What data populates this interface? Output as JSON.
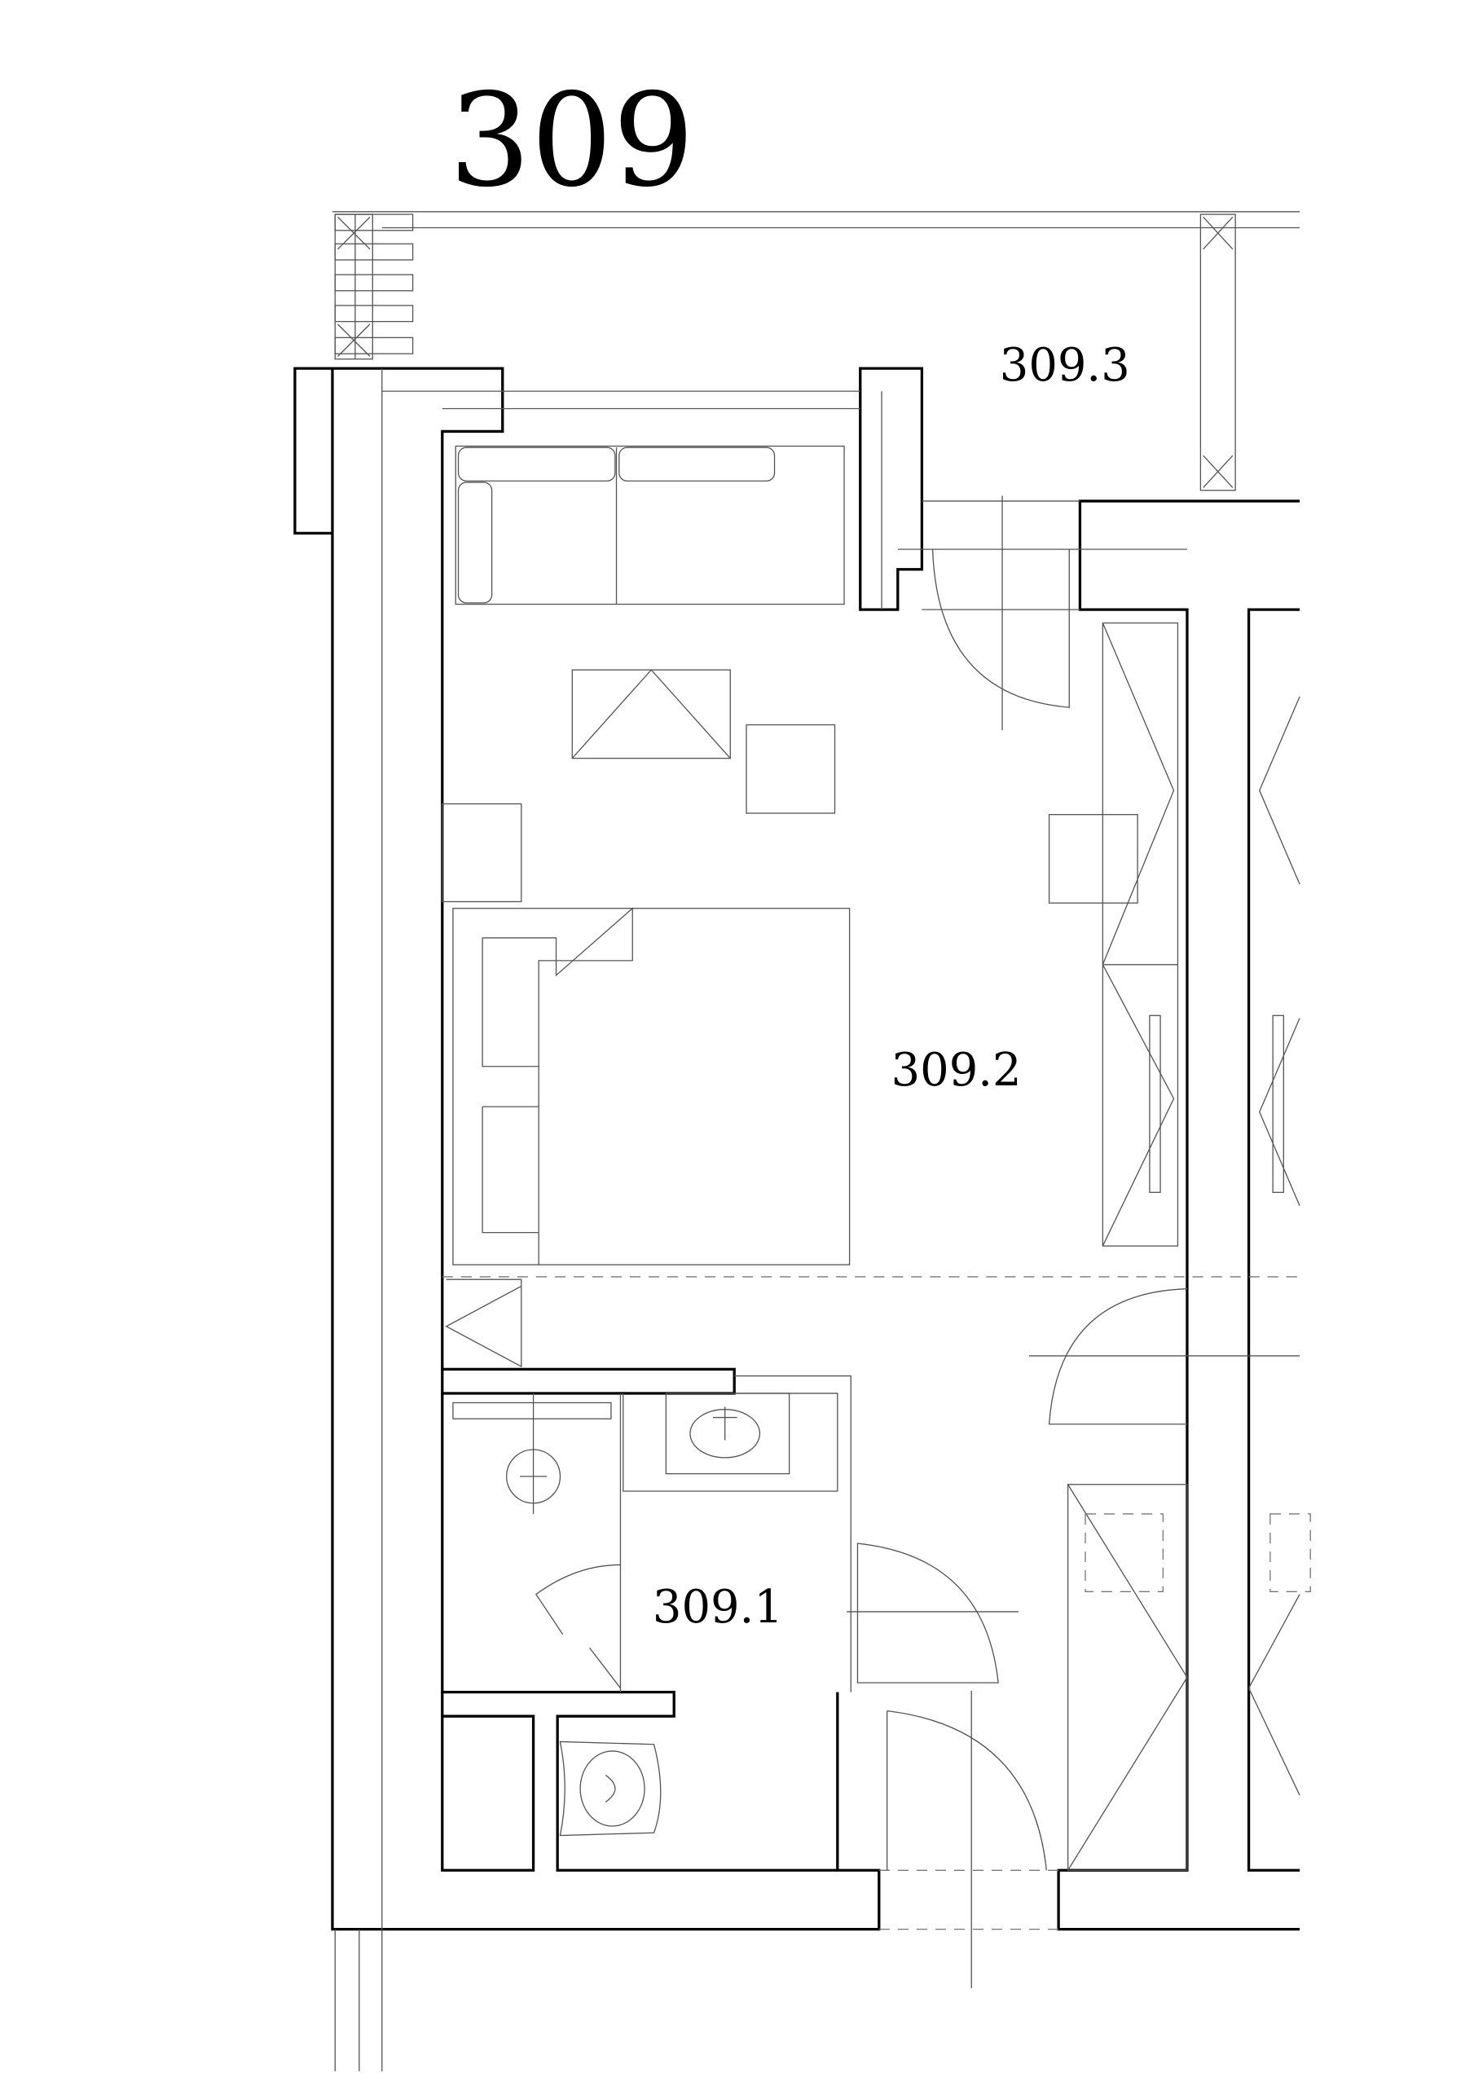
{
  "unit_title": "309",
  "rooms": [
    {
      "id": "309.3",
      "label": "309.3"
    },
    {
      "id": "309.2",
      "label": "309.2"
    },
    {
      "id": "309.1",
      "label": "309.1"
    }
  ],
  "colors": {
    "line": "#000000",
    "thin_line": "#555555",
    "background": "#ffffff"
  }
}
